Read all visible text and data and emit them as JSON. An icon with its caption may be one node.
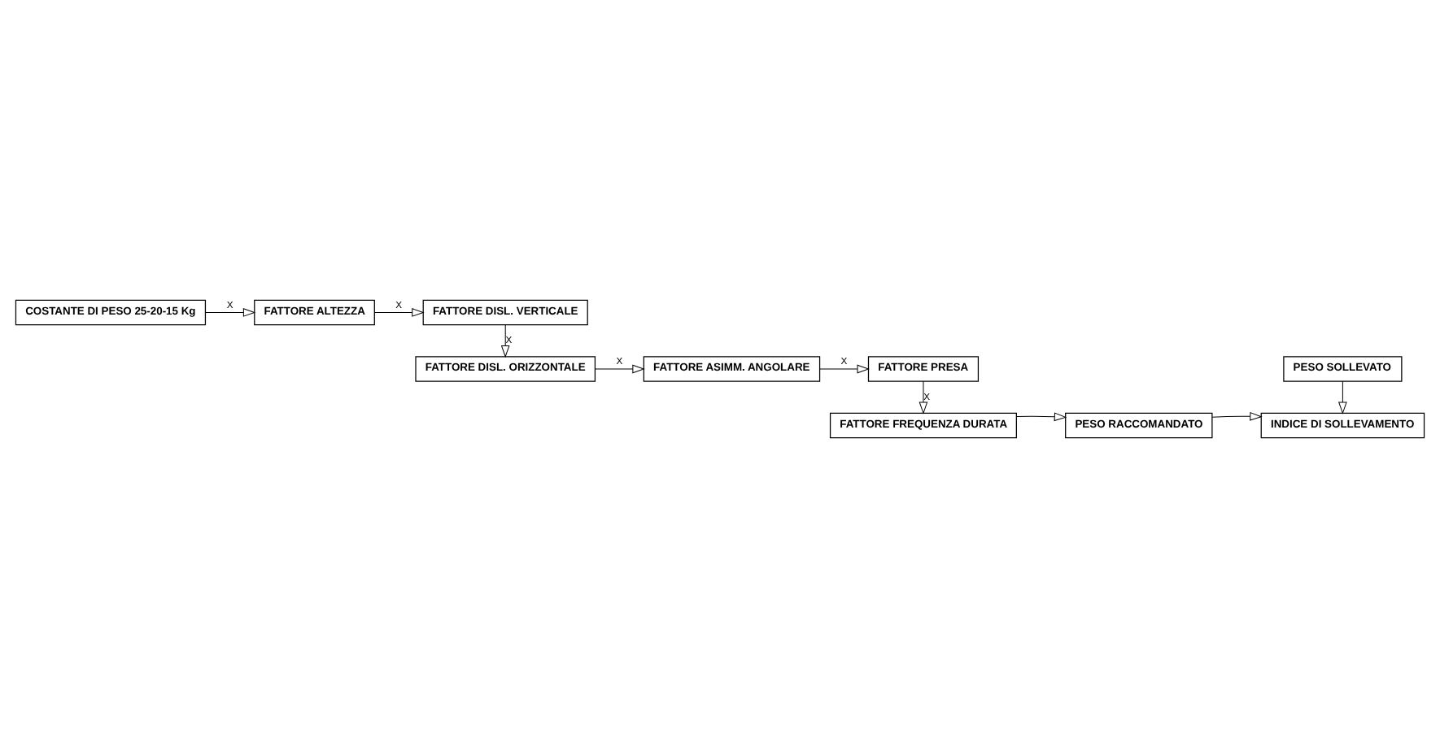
{
  "diagram": {
    "nodes": [
      {
        "text": [
          "COSTANTE DI PESO 25-20-15 Kg"
        ]
      },
      {
        "text": [
          "FATTORE ALTEZZA"
        ]
      },
      {
        "text": [
          "FATTORE DISL. VERTICALE"
        ]
      },
      {
        "text": [
          "FATTORE DISL. ORIZZONTALE"
        ]
      },
      {
        "text": [
          "FATTORE ASIMM. ANGOLARE"
        ]
      },
      {
        "text": [
          "FATTORE PRESA"
        ]
      },
      {
        "text": [
          "FATTORE FREQUENZA DURATA"
        ]
      },
      {
        "text": [
          "PESO SOLLEVATO"
        ]
      },
      {
        "text": [
          "PESO RACCOMANDATO"
        ]
      },
      {
        "text": [
          "INDICE DI SOLLEVAMENTO"
        ]
      }
    ],
    "edges": [
      {
        "from": 0,
        "to": 1,
        "arrow": "to",
        "label": "X"
      },
      {
        "from": 1,
        "to": 2,
        "arrow": "to",
        "label": "X"
      },
      {
        "from": 2,
        "to": 3,
        "arrow": "to",
        "label": "X"
      },
      {
        "from": 3,
        "to": 4,
        "arrow": "to",
        "label": "X"
      },
      {
        "from": 4,
        "to": 5,
        "arrow": "to",
        "label": "X"
      },
      {
        "from": 5,
        "to": 6,
        "arrow": "to",
        "label": "X"
      },
      {
        "from": 6,
        "to": 8,
        "arrow": "to"
      },
      {
        "from": 7,
        "to": 9,
        "arrow": "to"
      },
      {
        "from": 8,
        "to": 9,
        "arrow": "to"
      }
    ]
  }
}
